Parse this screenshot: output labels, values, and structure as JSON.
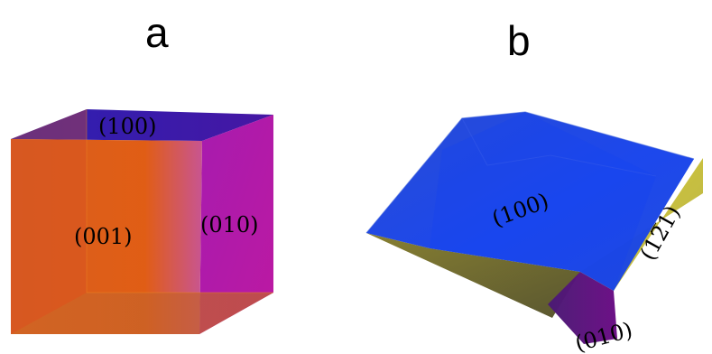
{
  "panels": [
    {
      "label": "a",
      "faces": {
        "top": {
          "label": "(100)",
          "color": "#1f1aa6"
        },
        "front": {
          "label": "(001)",
          "color": "#df5712"
        },
        "right": {
          "label": "(010)",
          "color": "#b113a1"
        },
        "bottom_inner": {
          "color": "#d96a1f"
        }
      }
    },
    {
      "label": "b",
      "faces": {
        "top": {
          "label": "(100)",
          "color": "#1446e6"
        },
        "right_side": {
          "label": "(12̅1)",
          "color": "#c8bf33"
        },
        "bottom_side": {
          "label": "(010)",
          "color": "#5b1277"
        },
        "left_side": {
          "color": "#6d6b2f"
        }
      }
    }
  ]
}
